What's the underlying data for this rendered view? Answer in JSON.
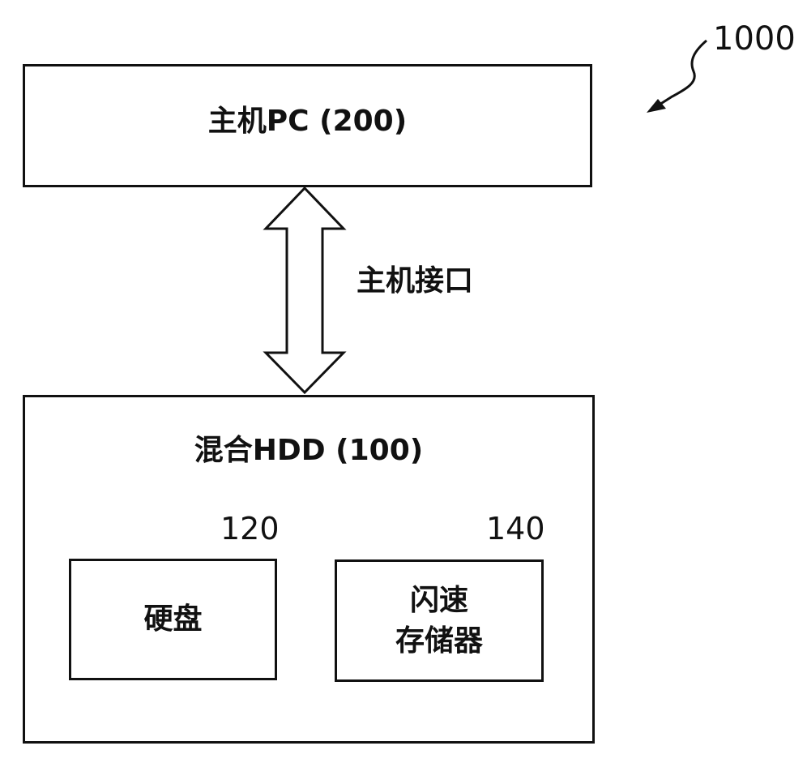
{
  "system_ref": "1000",
  "host": {
    "label": "主机PC (200)"
  },
  "interface": {
    "label": "主机接口"
  },
  "hybrid_hdd": {
    "label": "混合HDD (100)"
  },
  "hard_disk": {
    "ref": "120",
    "label": "硬盘"
  },
  "flash": {
    "ref": "140",
    "label_line1": "闪速",
    "label_line2": "存储器"
  }
}
